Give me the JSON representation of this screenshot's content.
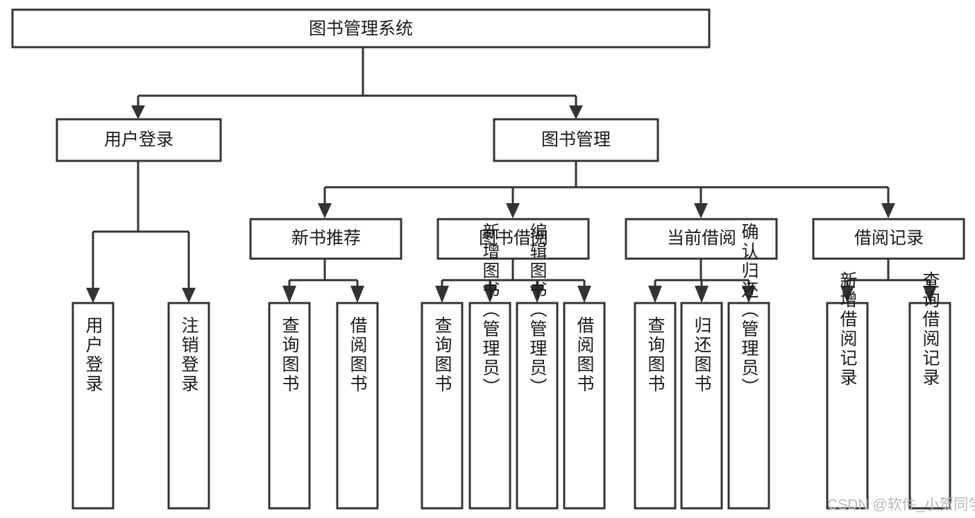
{
  "diagram": {
    "type": "tree-hierarchy",
    "title": "图书管理系统",
    "orientation": "top-down",
    "background_color": "#ffffff",
    "line_color": "#333333",
    "box_fill": "#ffffff",
    "text_color": "#1a1a1a",
    "levels": 4,
    "nodes": {
      "root": {
        "label": "图书管理系统",
        "level": 1
      },
      "user_login": {
        "label": "用户登录",
        "level": 2
      },
      "book_manage": {
        "label": "图书管理",
        "level": 2
      },
      "new_book_rec": {
        "label": "新书推荐",
        "level": 3
      },
      "book_borrow": {
        "label": "图书借阅",
        "level": 3
      },
      "current_borrow": {
        "label": "当前借阅",
        "level": 3
      },
      "borrow_record": {
        "label": "借阅记录",
        "level": 3
      },
      "leaf_user_login": {
        "label": "用户登录",
        "level": 4
      },
      "leaf_logout": {
        "label": "注销登录",
        "level": 4
      },
      "leaf_query_book_1": {
        "label": "查询图书",
        "level": 4
      },
      "leaf_borrow_book_1": {
        "label": "借阅图书",
        "level": 4
      },
      "leaf_query_book_2": {
        "label": "查询图书",
        "level": 4
      },
      "leaf_add_book": {
        "label": "新增图书（管理员）",
        "level": 4
      },
      "leaf_edit_book": {
        "label": "编辑图书（管理员）",
        "level": 4
      },
      "leaf_borrow_book_2": {
        "label": "借阅图书",
        "level": 4
      },
      "leaf_query_book_3": {
        "label": "查询图书",
        "level": 4
      },
      "leaf_return_book": {
        "label": "归还图书",
        "level": 4
      },
      "leaf_confirm_return": {
        "label": "确认归还（管理员）",
        "level": 4
      },
      "leaf_add_record": {
        "label": "新增借阅记录",
        "level": 4
      },
      "leaf_query_record": {
        "label": "查询借阅记录",
        "level": 4
      }
    },
    "edges": [
      {
        "from": "root",
        "to": "user_login"
      },
      {
        "from": "root",
        "to": "book_manage"
      },
      {
        "from": "user_login",
        "to": "leaf_user_login"
      },
      {
        "from": "user_login",
        "to": "leaf_logout"
      },
      {
        "from": "book_manage",
        "to": "new_book_rec"
      },
      {
        "from": "book_manage",
        "to": "book_borrow"
      },
      {
        "from": "book_manage",
        "to": "current_borrow"
      },
      {
        "from": "book_manage",
        "to": "borrow_record"
      },
      {
        "from": "new_book_rec",
        "to": "leaf_query_book_1"
      },
      {
        "from": "new_book_rec",
        "to": "leaf_borrow_book_1"
      },
      {
        "from": "book_borrow",
        "to": "leaf_query_book_2"
      },
      {
        "from": "book_borrow",
        "to": "leaf_add_book"
      },
      {
        "from": "book_borrow",
        "to": "leaf_edit_book"
      },
      {
        "from": "book_borrow",
        "to": "leaf_borrow_book_2"
      },
      {
        "from": "current_borrow",
        "to": "leaf_query_book_3"
      },
      {
        "from": "current_borrow",
        "to": "leaf_return_book"
      },
      {
        "from": "current_borrow",
        "to": "leaf_confirm_return"
      },
      {
        "from": "borrow_record",
        "to": "leaf_add_record"
      },
      {
        "from": "borrow_record",
        "to": "leaf_query_record"
      }
    ]
  },
  "watermark": {
    "text": "CSDN @软件_小贺同学",
    "color": "#b8b8b8"
  }
}
